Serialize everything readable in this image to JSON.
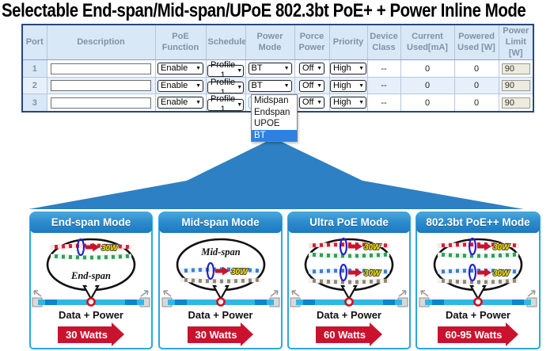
{
  "title": "Selectable End-span/Mid-span/UPoE 802.3bt PoE+ + Power Inline Mode",
  "icons": {
    "dropdown_arrow": "▼"
  },
  "table": {
    "headers": [
      "Port",
      "Description",
      "PoE Function",
      "Schedule",
      "Power Mode",
      "Porce Power",
      "Priority",
      "Device Class",
      "Current Used[mA]",
      "Powered Used [W]",
      "Power Limit [W]"
    ],
    "rows": [
      {
        "port": "1",
        "description": "",
        "poe_function": "Enable",
        "schedule": "Profile 1",
        "power_mode": "BT",
        "force_power": "Off",
        "priority": "High",
        "device_class": "--",
        "current_used": "0",
        "powered_used": "0",
        "power_limit": "90"
      },
      {
        "port": "2",
        "description": "",
        "poe_function": "Enable",
        "schedule": "Profile 1",
        "power_mode": "BT",
        "force_power": "Off",
        "priority": "High",
        "device_class": "--",
        "current_used": "0",
        "powered_used": "0",
        "power_limit": "90"
      },
      {
        "port": "3",
        "description": "",
        "poe_function": "Enable",
        "schedule": "Profile 1",
        "power_mode": "BT",
        "force_power": "Off",
        "priority": "High",
        "device_class": "--",
        "current_used": "0",
        "powered_used": "0",
        "power_limit": "90"
      }
    ]
  },
  "power_mode_dropdown": {
    "options": [
      "Midspan",
      "Endspan",
      "UPOE",
      "BT"
    ],
    "selected": "BT"
  },
  "panels": [
    {
      "title": "End-span Mode",
      "bubble_label": "End-span",
      "diagram": "endspan",
      "watt_labels": [
        "30W"
      ],
      "data_power": "Data + Power",
      "arrow_label": "30 Watts"
    },
    {
      "title": "Mid-span Mode",
      "bubble_label": "Mid-span",
      "diagram": "midspan",
      "watt_labels": [
        "30W"
      ],
      "data_power": "Data + Power",
      "arrow_label": "30 Watts"
    },
    {
      "title": "Ultra PoE Mode",
      "bubble_label": "",
      "diagram": "dual",
      "watt_labels": [
        "30W",
        "30W"
      ],
      "data_power": "Data + Power",
      "arrow_label": "60 Watts"
    },
    {
      "title": "802.3bt PoE++ Mode",
      "bubble_label": "",
      "diagram": "dual",
      "watt_labels": [
        "30W",
        "30W"
      ],
      "data_power": "Data + Power",
      "arrow_label": "60-95 Watts"
    }
  ],
  "colors": {
    "funnel_blue": "#2d80c3",
    "panel_header_blue": "#2e8ccd",
    "panel_border_cyan": "#2aa9e0",
    "table_header_bg": "#d9e8f6",
    "table_header_text": "#7e93a8",
    "table_border_navy": "#2a4580",
    "row_alt_bg": "#e7f0fa",
    "selected_option_bg": "#2f80e0",
    "arrow_red": "#c9132e",
    "watt_yellow": "#ffe400",
    "cable_cyan": "#2fb7e6",
    "loop_blue": "#2222cc"
  }
}
